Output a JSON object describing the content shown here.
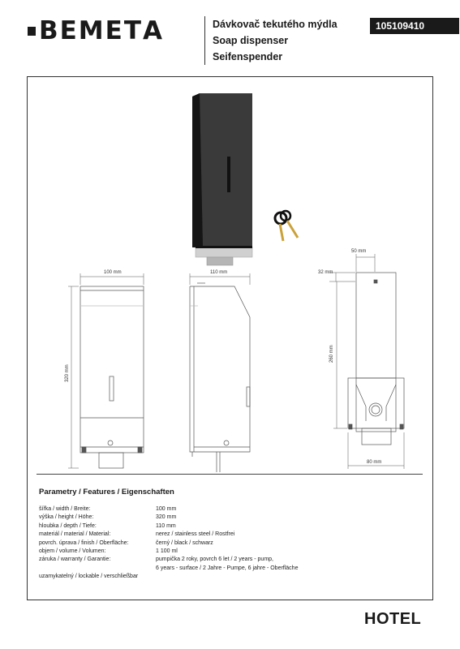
{
  "brand": {
    "name": "Bemeta"
  },
  "header": {
    "title_cz": "Dávkovač tekutého mýdla",
    "title_en": "Soap dispenser",
    "title_de": "Seifenspender",
    "product_code": "105109410"
  },
  "dimensions": {
    "front_width": "100 mm",
    "front_height": "320 mm",
    "side_depth": "110 mm",
    "back_width_top": "50 mm",
    "back_offset": "32 mm",
    "back_height": "260 mm",
    "back_width_bottom": "80 mm"
  },
  "features": {
    "title": "Parametry / Features / Eigenschaften",
    "rows": [
      {
        "label": "šířka / width / Breite:",
        "value": "100 mm"
      },
      {
        "label": "výška / height / Höhe:",
        "value": "320 mm"
      },
      {
        "label": "hloubka / depth / Tiefe:",
        "value": "110 mm"
      },
      {
        "label": "materiál / material / Material:",
        "value": "nerez / stainless steel / Rostfrei"
      },
      {
        "label": "povrch. úprava / finish / Oberfläche:",
        "value": "černý / black / schwarz"
      },
      {
        "label": "objem / volume / Volumen:",
        "value": "1 100 ml"
      },
      {
        "label": "záruka / warranty / Garantie:",
        "value": "pumpička 2 roky, povrch 6 let / 2 years - pump,"
      },
      {
        "label": "",
        "value": "6 years - surface / 2 Jahre - Pumpe, 6 jahre - Oberfläche"
      },
      {
        "label": "uzamykatelný / lockable / verschließbar",
        "value": ""
      }
    ]
  },
  "footer": {
    "category": "HOTEL"
  },
  "colors": {
    "primary": "#1a1a1a",
    "steel": "#c8c8c8",
    "badge_bg": "#1a1a1a"
  }
}
